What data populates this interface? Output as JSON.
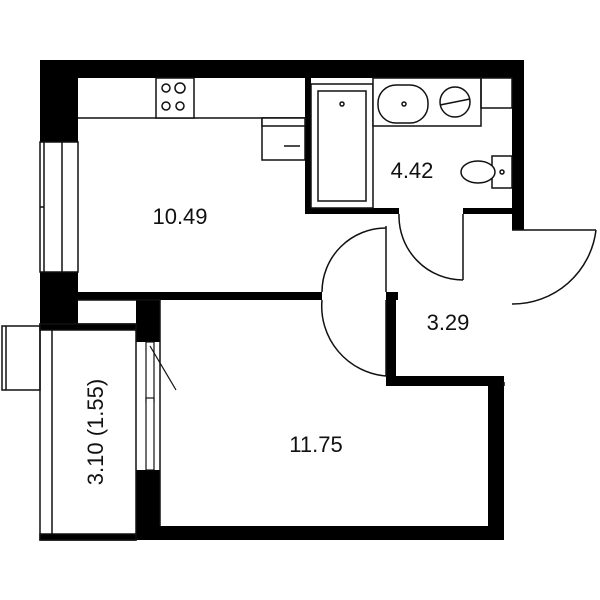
{
  "rooms": {
    "kitchen": {
      "area": "10.49"
    },
    "bathroom": {
      "area": "4.42"
    },
    "hall": {
      "area": "3.29"
    },
    "bedroom": {
      "area": "11.75"
    },
    "balcony": {
      "area": "3.10 (1.55)"
    }
  },
  "colors": {
    "wall": "#000000",
    "line": "#111111",
    "background": "#ffffff"
  }
}
